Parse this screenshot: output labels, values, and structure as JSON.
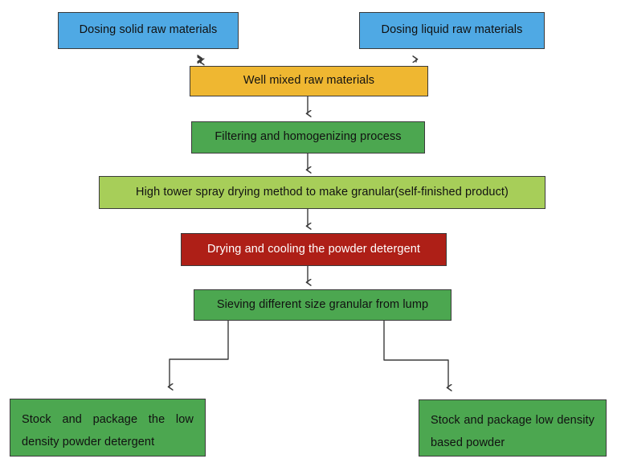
{
  "diagram": {
    "title": "Detergent powder production process flowchart",
    "colors": {
      "blue": "#4FA9E4",
      "amber": "#EFB731",
      "green": "#4CA750",
      "light_green": "#A7CE59",
      "red": "#AE1F17",
      "border": "#3b3b3b",
      "connector": "#3b3b3b"
    },
    "nodes": [
      {
        "id": "dosing-solid",
        "label": "Dosing solid raw materials"
      },
      {
        "id": "dosing-liquid",
        "label": "Dosing liquid raw materials"
      },
      {
        "id": "well-mixed",
        "label": "Well mixed raw materials"
      },
      {
        "id": "filtering",
        "label": "Filtering and homogenizing process"
      },
      {
        "id": "high-tower",
        "label": "High tower spray drying method to make granular(self-finished product)"
      },
      {
        "id": "drying-cooling",
        "label": "Drying and cooling the powder detergent"
      },
      {
        "id": "sieving",
        "label": "Sieving different size granular from lump"
      },
      {
        "id": "stock-left",
        "label": "Stock and package the low density powder detergent"
      },
      {
        "id": "stock-right",
        "label": "Stock and package low density based powder"
      }
    ],
    "edges": [
      {
        "from": "dosing-solid",
        "to": "well-mixed"
      },
      {
        "from": "dosing-liquid",
        "to": "well-mixed"
      },
      {
        "from": "well-mixed",
        "to": "filtering"
      },
      {
        "from": "filtering",
        "to": "high-tower"
      },
      {
        "from": "high-tower",
        "to": "drying-cooling"
      },
      {
        "from": "drying-cooling",
        "to": "sieving"
      },
      {
        "from": "sieving",
        "to": "stock-left"
      },
      {
        "from": "sieving",
        "to": "stock-right"
      }
    ]
  }
}
